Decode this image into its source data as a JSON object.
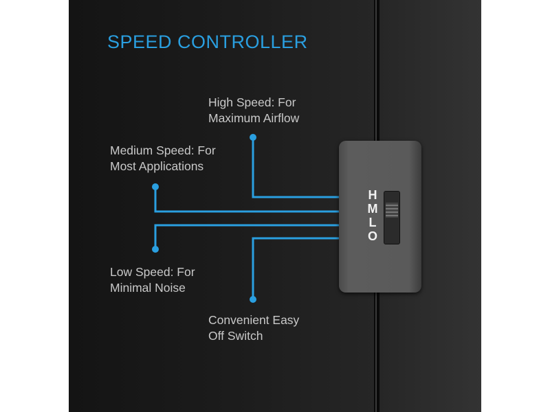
{
  "title": "SPEED CONTROLLER",
  "callouts": {
    "high": [
      "High Speed: For",
      "Maximum Airflow"
    ],
    "medium": [
      "Medium Speed: For",
      "Most Applications"
    ],
    "low": [
      "Low Speed: For",
      "Minimal Noise"
    ],
    "off": [
      "Convenient Easy",
      "Off Switch"
    ]
  },
  "switch_letters": [
    "H",
    "M",
    "L",
    "O"
  ],
  "colors": {
    "accent": "#2a9fe0"
  }
}
